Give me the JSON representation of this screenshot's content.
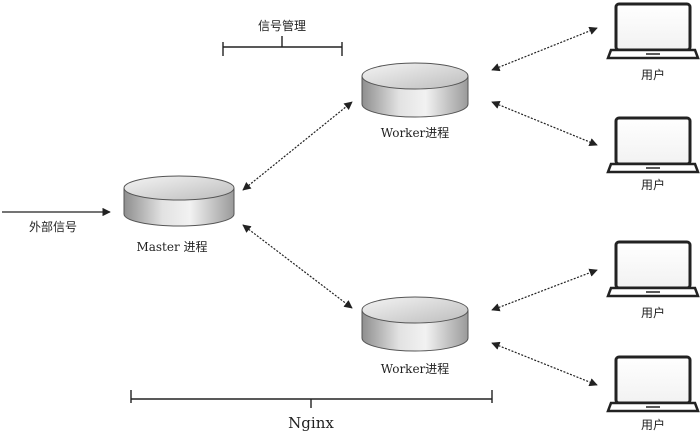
{
  "labels": {
    "signal_management": "信号管理",
    "external_signal": "外部信号",
    "master_process": "Master 进程",
    "worker_process_1": "Worker进程",
    "worker_process_2": "Worker进程",
    "nginx": "Nginx"
  },
  "users": [
    "用户",
    "用户",
    "用户",
    "用户"
  ]
}
